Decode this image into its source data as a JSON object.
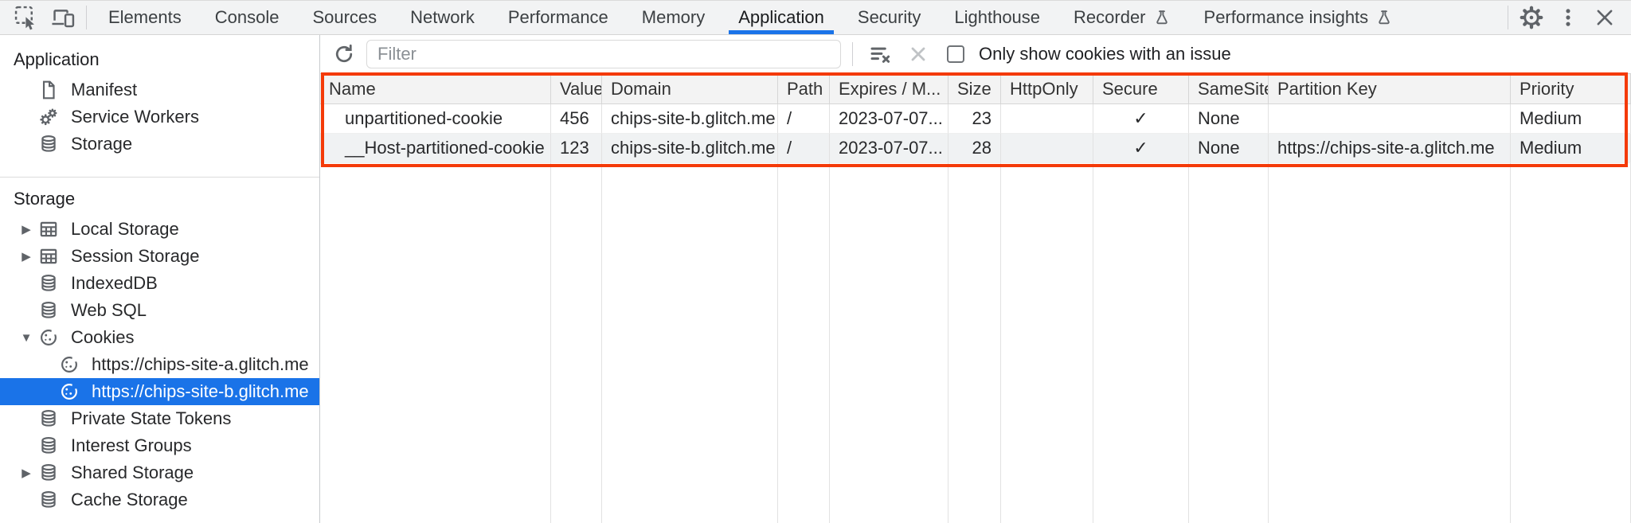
{
  "colors": {
    "accent": "#1a73e8",
    "annotation": "#f43a08",
    "tabbar_bg": "#f2f3f4",
    "header_bg": "#f3f3f3",
    "stripe_row_bg": "#f0f2f3",
    "selected_text": "#ffffff"
  },
  "tabbar": {
    "tabs": [
      {
        "label": "Elements"
      },
      {
        "label": "Console"
      },
      {
        "label": "Sources"
      },
      {
        "label": "Network"
      },
      {
        "label": "Performance"
      },
      {
        "label": "Memory"
      },
      {
        "label": "Application",
        "active": true
      },
      {
        "label": "Security"
      },
      {
        "label": "Lighthouse"
      },
      {
        "label": "Recorder",
        "flask": true
      },
      {
        "label": "Performance insights",
        "flask": true
      }
    ],
    "active_tab": "Application"
  },
  "sidebar": {
    "sections": [
      {
        "title": "Application",
        "items": [
          {
            "label": "Manifest",
            "icon": "document-icon"
          },
          {
            "label": "Service Workers",
            "icon": "gears-icon"
          },
          {
            "label": "Storage",
            "icon": "database-icon"
          }
        ]
      },
      {
        "title": "Storage",
        "items": [
          {
            "label": "Local Storage",
            "icon": "table-icon",
            "arrow": "collapsed"
          },
          {
            "label": "Session Storage",
            "icon": "table-icon",
            "arrow": "collapsed"
          },
          {
            "label": "IndexedDB",
            "icon": "database-icon"
          },
          {
            "label": "Web SQL",
            "icon": "database-icon"
          },
          {
            "label": "Cookies",
            "icon": "cookie-icon",
            "arrow": "expanded"
          },
          {
            "label": "https://chips-site-a.glitch.me",
            "icon": "cookie-icon",
            "child": true
          },
          {
            "label": "https://chips-site-b.glitch.me",
            "icon": "cookie-icon",
            "child": true,
            "selected": true
          },
          {
            "label": "Private State Tokens",
            "icon": "database-icon"
          },
          {
            "label": "Interest Groups",
            "icon": "database-icon"
          },
          {
            "label": "Shared Storage",
            "icon": "database-icon",
            "arrow": "collapsed"
          },
          {
            "label": "Cache Storage",
            "icon": "database-icon"
          }
        ]
      }
    ],
    "arrows": {
      "collapsed": "▶",
      "expanded": "▼"
    }
  },
  "toolbar": {
    "filter_placeholder": "Filter",
    "filter_value": "",
    "only_issue_label": "Only show cookies with an issue",
    "checkbox_checked": false
  },
  "cookie_table": {
    "columns": [
      "Name",
      "Value",
      "Domain",
      "Path",
      "Expires / M...",
      "Size",
      "HttpOnly",
      "Secure",
      "SameSite",
      "Partition Key",
      "Priority"
    ],
    "rows": [
      {
        "name": "unpartitioned-cookie",
        "value": "456",
        "domain": "chips-site-b.glitch.me",
        "path": "/",
        "expires": "2023-07-07...",
        "size": "23",
        "http_only": "",
        "secure": "✓",
        "same_site": "None",
        "partition_key": "",
        "priority": "Medium"
      },
      {
        "name": "__Host-partitioned-cookie",
        "value": "123",
        "domain": "chips-site-b.glitch.me",
        "path": "/",
        "expires": "2023-07-07...",
        "size": "28",
        "http_only": "",
        "secure": "✓",
        "same_site": "None",
        "partition_key": "https://chips-site-a.glitch.me",
        "priority": "Medium"
      }
    ]
  }
}
